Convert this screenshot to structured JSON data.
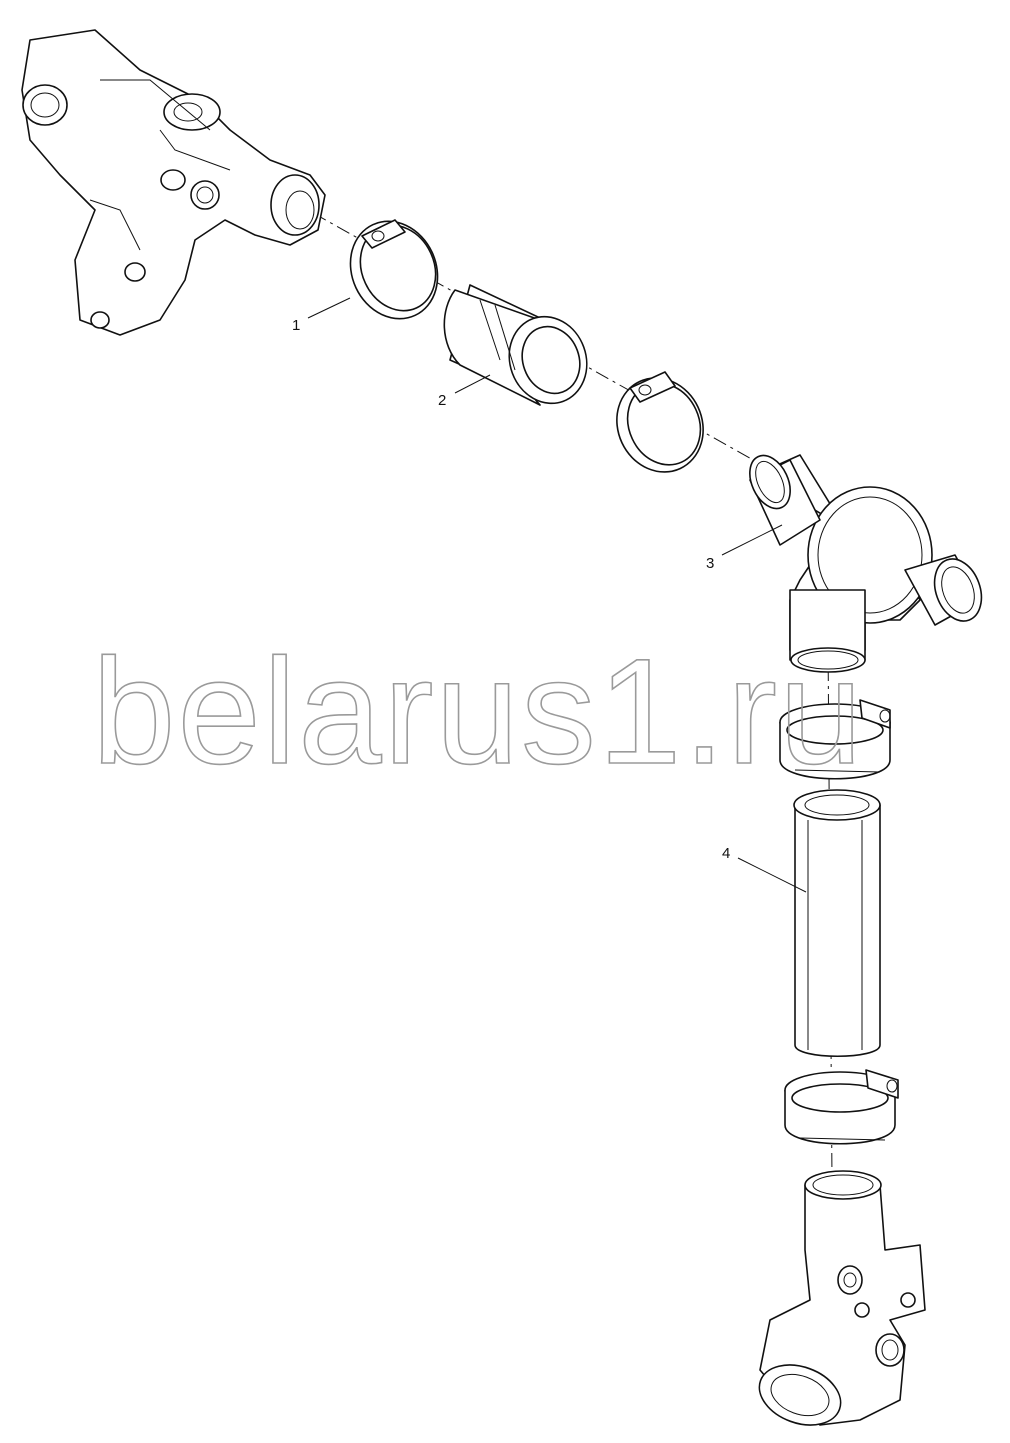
{
  "watermark": "belarus1.ru",
  "callouts": [
    {
      "id": "1",
      "label": "1"
    },
    {
      "id": "2",
      "label": "2"
    },
    {
      "id": "3",
      "label": "3"
    },
    {
      "id": "4",
      "label": "4"
    }
  ]
}
